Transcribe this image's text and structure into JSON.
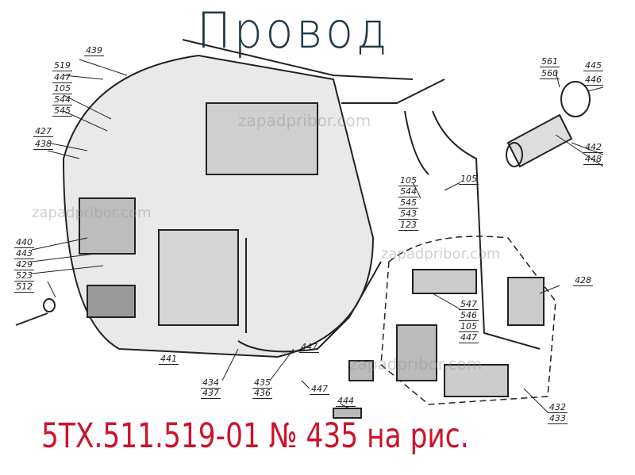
{
  "title": "Провод",
  "part_reference": "5ТХ.511.519-01 № 435 на рис.",
  "watermark": "zapadpribor.com",
  "colors": {
    "title": "#1f3b45",
    "part_reference": "#d0112b",
    "drawing": "#222222"
  },
  "callouts": [
    "439",
    "519",
    "447",
    "105",
    "544",
    "545",
    "427",
    "438",
    "561",
    "560",
    "445",
    "446",
    "442",
    "448",
    "105",
    "544",
    "545",
    "543",
    "123",
    "105",
    "440",
    "443",
    "429",
    "523",
    "512",
    "428",
    "547",
    "546",
    "105",
    "447",
    "447",
    "434",
    "437",
    "435",
    "436",
    "447",
    "441",
    "444",
    "432",
    "433"
  ]
}
